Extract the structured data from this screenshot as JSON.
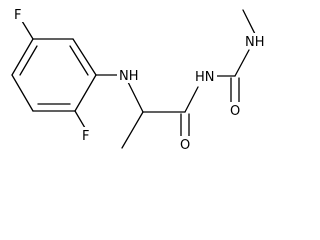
{
  "structure": {
    "atoms": {
      "f_top": "F",
      "f_bottom": "F",
      "nh_aniline": "NH",
      "nh_urea_inner": "HN",
      "nh_methyl": "NH",
      "o_amide": "O",
      "o_urea": "O"
    },
    "colors": {
      "bond": "#000000",
      "label": "#000000",
      "background": "#ffffff"
    }
  }
}
